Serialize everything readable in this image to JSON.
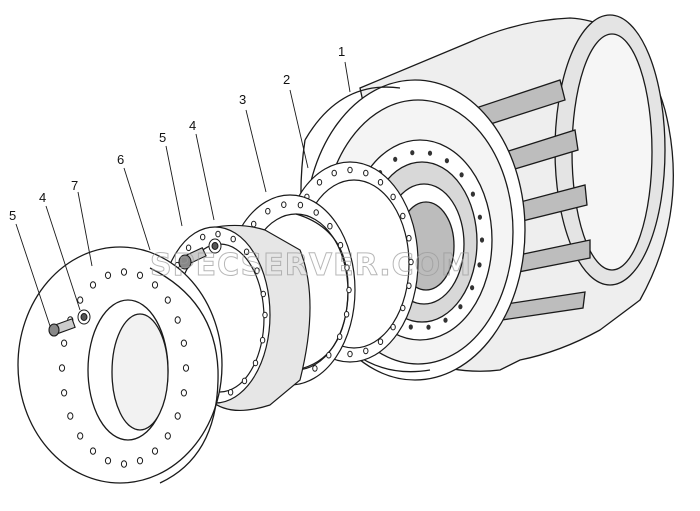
{
  "diagram": {
    "callouts": [
      {
        "id": "c1",
        "label": "1"
      },
      {
        "id": "c2",
        "label": "2"
      },
      {
        "id": "c3",
        "label": "3"
      },
      {
        "id": "c4a",
        "label": "4"
      },
      {
        "id": "c5a",
        "label": "5"
      },
      {
        "id": "c6",
        "label": "6"
      },
      {
        "id": "c7",
        "label": "7"
      },
      {
        "id": "c4b",
        "label": "4"
      },
      {
        "id": "c5b",
        "label": "5"
      }
    ],
    "watermark": "SPECSERVER.COM",
    "colors": {
      "line": "#1a1a1a",
      "shade": "#c8c8c8",
      "dark": "#6e6e6e",
      "light": "#f2f2f2"
    }
  }
}
